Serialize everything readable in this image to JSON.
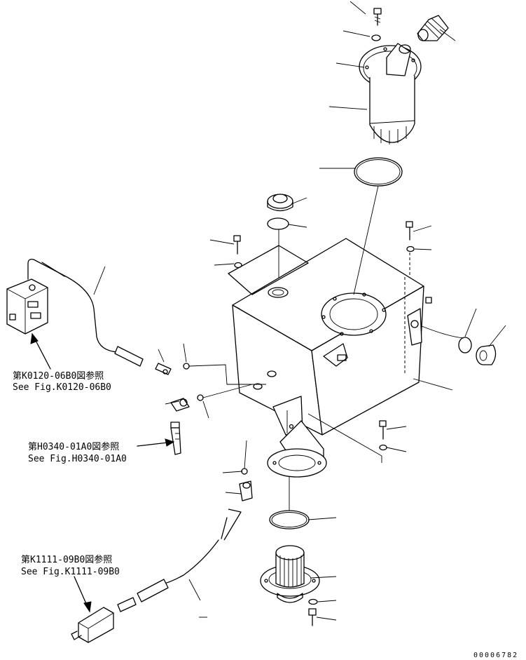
{
  "references": [
    {
      "jp": "第K0120-06B0図参照",
      "en": "See Fig.K0120-06B0"
    },
    {
      "jp": "第H0340-01A0図参照",
      "en": "See Fig.H0340-01A0"
    },
    {
      "jp": "第K1111-09B0図参照",
      "en": "See Fig.K1111-09B0"
    }
  ],
  "sheet_number": "00006782"
}
